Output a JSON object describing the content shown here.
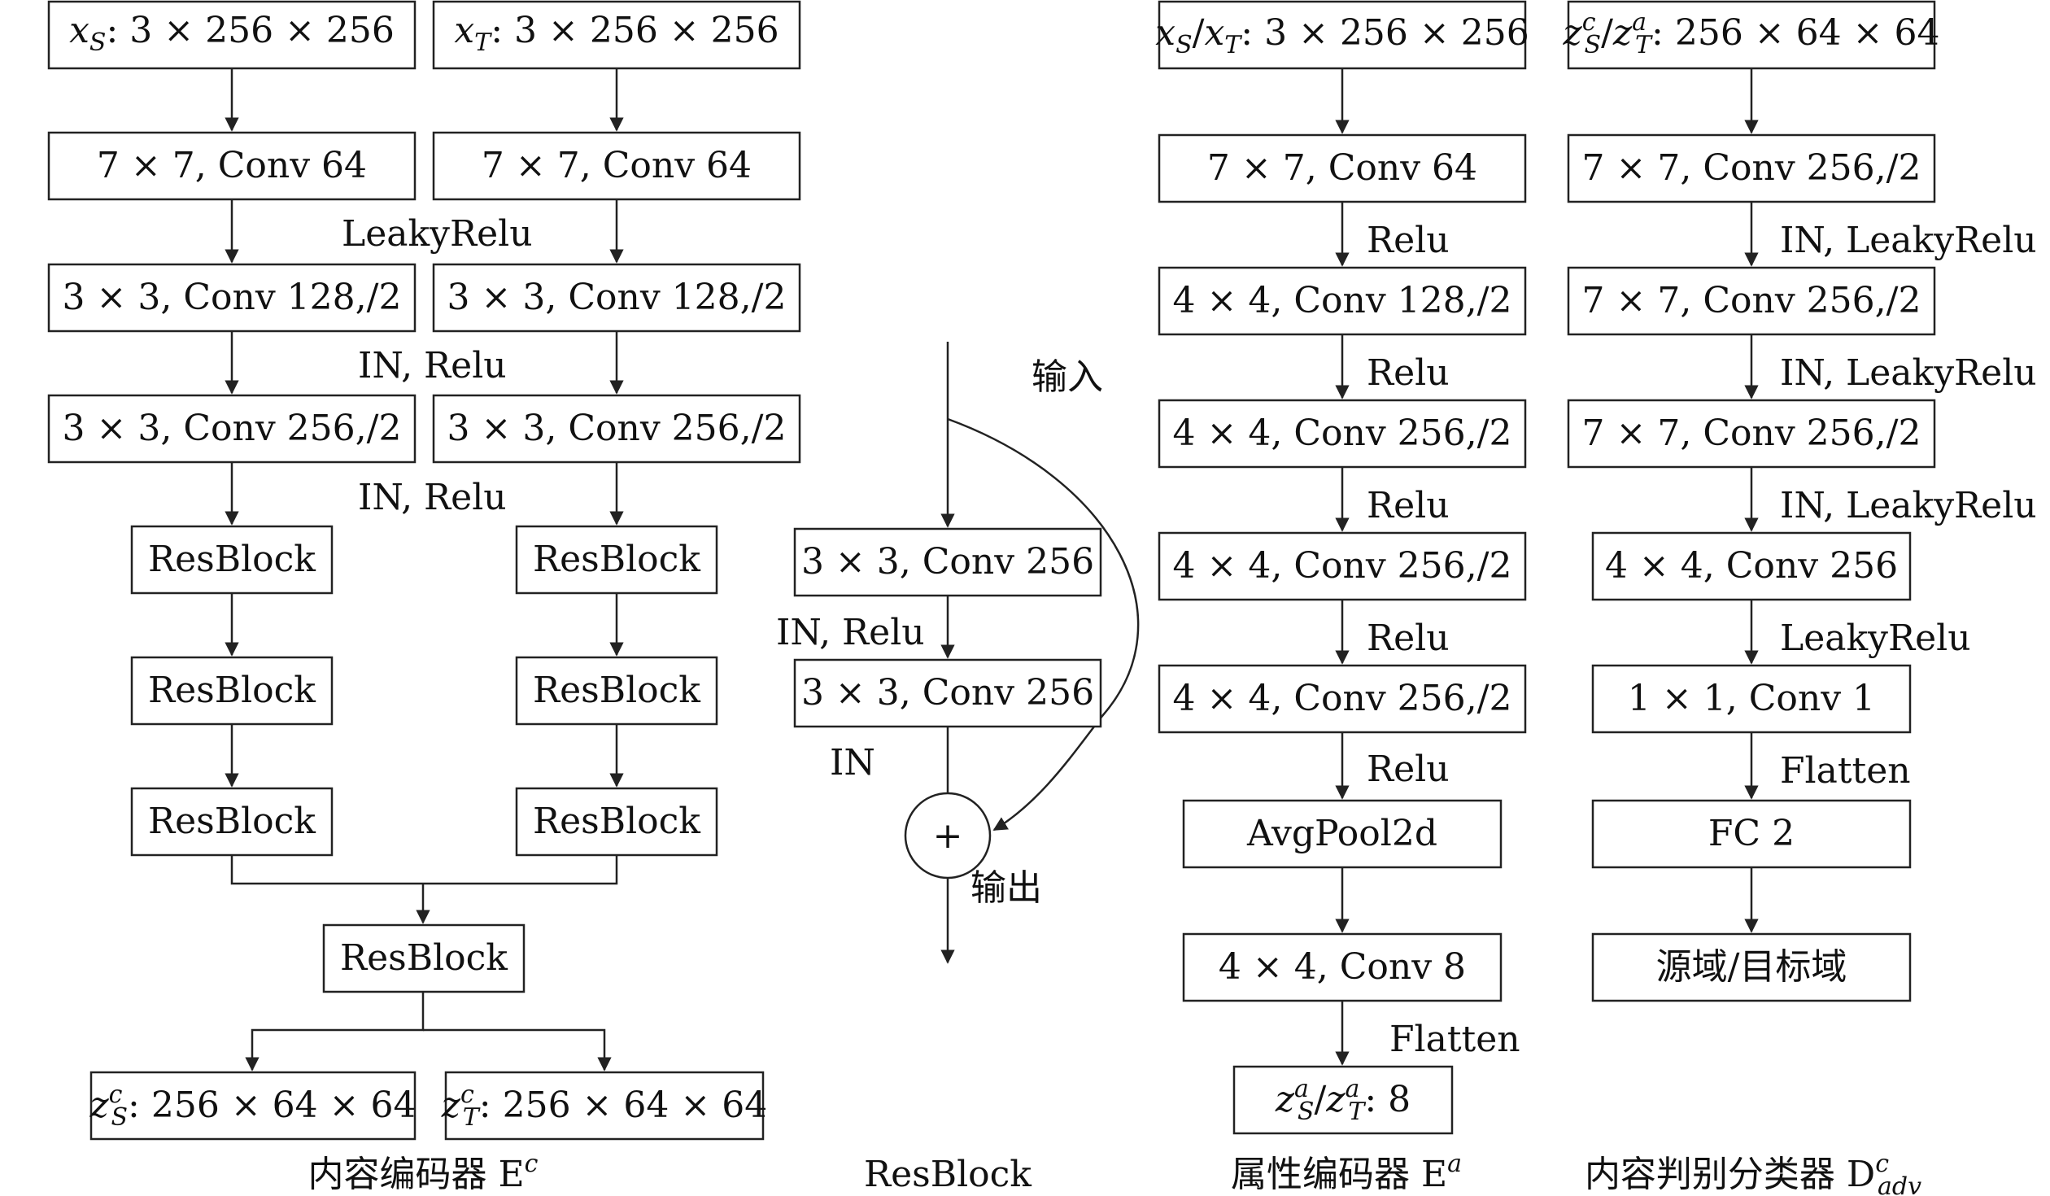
{
  "content_encoder": {
    "caption": "内容编码器 E",
    "caption_sup": "c",
    "input_s_var": "x",
    "input_s_sub": "S",
    "input_s_shape": ": 3 × 256 × 256",
    "input_t_var": "x",
    "input_t_sub": "T",
    "input_t_shape": ": 3 × 256 × 256",
    "conv1": "7 × 7, Conv 64",
    "act1": "LeakyRelu",
    "conv2": "3 × 3, Conv 128,/2",
    "act2": "IN, Relu",
    "conv3": "3 × 3, Conv 256,/2",
    "act3": "IN, Relu",
    "resblock": "ResBlock",
    "out_s_var": "z",
    "out_s_sup": "c",
    "out_s_sub": "S",
    "out_s_shape": ": 256 × 64 × 64",
    "out_t_var": "z",
    "out_t_sup": "c",
    "out_t_sub": "T",
    "out_t_shape": ": 256 × 64 × 64"
  },
  "resblock_detail": {
    "caption": "ResBlock",
    "input_label": "输入",
    "conv1": "3 × 3, Conv 256",
    "act1": "IN,  Relu",
    "conv2": "3 × 3, Conv 256",
    "act2": "IN",
    "plus": "+",
    "output_label": "输出"
  },
  "attribute_encoder": {
    "caption": "属性编码器 E",
    "caption_sup": "a",
    "input_var1": "x",
    "input_sub1": "S",
    "input_sep": "/",
    "input_var2": "x",
    "input_sub2": "T",
    "input_shape": ": 3 × 256 × 256",
    "conv1": "7 × 7, Conv 64",
    "act": "Relu",
    "conv2": "4 × 4, Conv 128,/2",
    "conv3": "4 × 4, Conv 256,/2",
    "conv4": "4 × 4, Conv 256,/2",
    "conv5": "4 × 4, Conv 256,/2",
    "pool": "AvgPool2d",
    "conv6": "4 × 4, Conv 8",
    "flatten": "Flatten",
    "out_var1": "z",
    "out_sup1": "a",
    "out_sub1": "S",
    "out_sep": "/",
    "out_var2": "z",
    "out_sup2": "a",
    "out_sub2": "T",
    "out_shape": ": 8"
  },
  "discriminator": {
    "caption": "内容判别分类器 D",
    "caption_sup": "c",
    "caption_sub": "adv",
    "input_var1": "z",
    "input_sup1": "c",
    "input_sub1": "S",
    "input_sep": "/",
    "input_var2": "z",
    "input_sup2": "a",
    "input_sub2": "T",
    "input_shape": ": 256 × 64 × 64",
    "conv1": "7 × 7, Conv 256,/2",
    "act1": "IN, LeakyRelu",
    "conv2": "7 × 7, Conv 256,/2",
    "act2": "IN, LeakyRelu",
    "conv3": "7 × 7, Conv 256,/2",
    "act3": "IN, LeakyRelu",
    "conv4": "4 × 4, Conv 256",
    "act4": "LeakyRelu",
    "conv5": "1 × 1, Conv 1",
    "flatten": "Flatten",
    "fc": "FC 2",
    "output": "源域/目标域"
  }
}
